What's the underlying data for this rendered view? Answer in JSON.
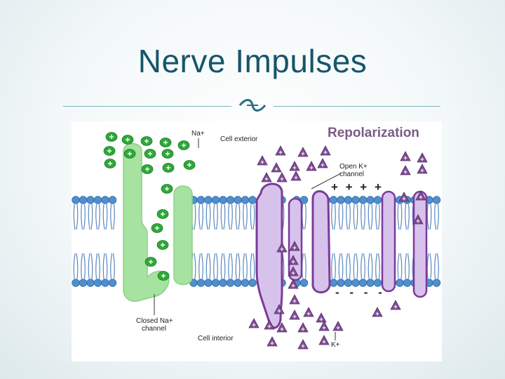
{
  "slide": {
    "title": "Nerve Impulses"
  },
  "diagram": {
    "heading": "Repolarization",
    "labels": {
      "na_ion": "Na+",
      "cell_exterior": "Cell exterior",
      "open_k_line1": "Open K+",
      "open_k_line2": "channel",
      "closed_na_line1": "Closed Na+",
      "closed_na_line2": "channel",
      "cell_interior": "Cell interior",
      "k_ion": "K+"
    },
    "charges": {
      "outside": "+ + + +",
      "inside": "- - - -"
    },
    "colors": {
      "na_channel": "#a6e2a0",
      "k_channel": "#d7c2ec",
      "k_channel_outline": "#7a3b99",
      "na_ion": "#2fa83a",
      "k_ion": "#7f4a93",
      "lipid_head": "#4f8fd0",
      "accent_title": "#16566b",
      "heading": "#7b5a86"
    }
  }
}
